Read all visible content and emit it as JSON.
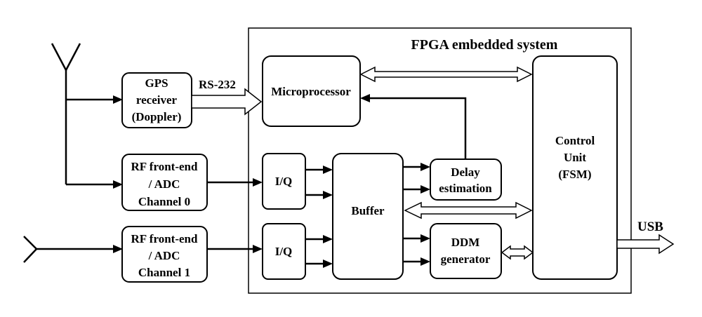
{
  "frame": {
    "title": "FPGA embedded system"
  },
  "blocks": {
    "gps": [
      "GPS",
      "receiver",
      "(Doppler)"
    ],
    "rf0": [
      "RF front-end",
      "/ ADC",
      "Channel 0"
    ],
    "rf1": [
      "RF front-end",
      "/ ADC",
      "Channel 1"
    ],
    "micro": [
      "Microprocessor"
    ],
    "iq0": [
      "I/Q"
    ],
    "iq1": [
      "I/Q"
    ],
    "buffer": [
      "Buffer"
    ],
    "delay": [
      "Delay",
      "estimation"
    ],
    "ddm": [
      "DDM",
      "generator"
    ],
    "control": [
      "Control",
      "Unit",
      "(FSM)"
    ]
  },
  "links": {
    "rs232": "RS-232",
    "usb": "USB"
  },
  "colors": {
    "line": "#000000",
    "background": "#ffffff"
  }
}
